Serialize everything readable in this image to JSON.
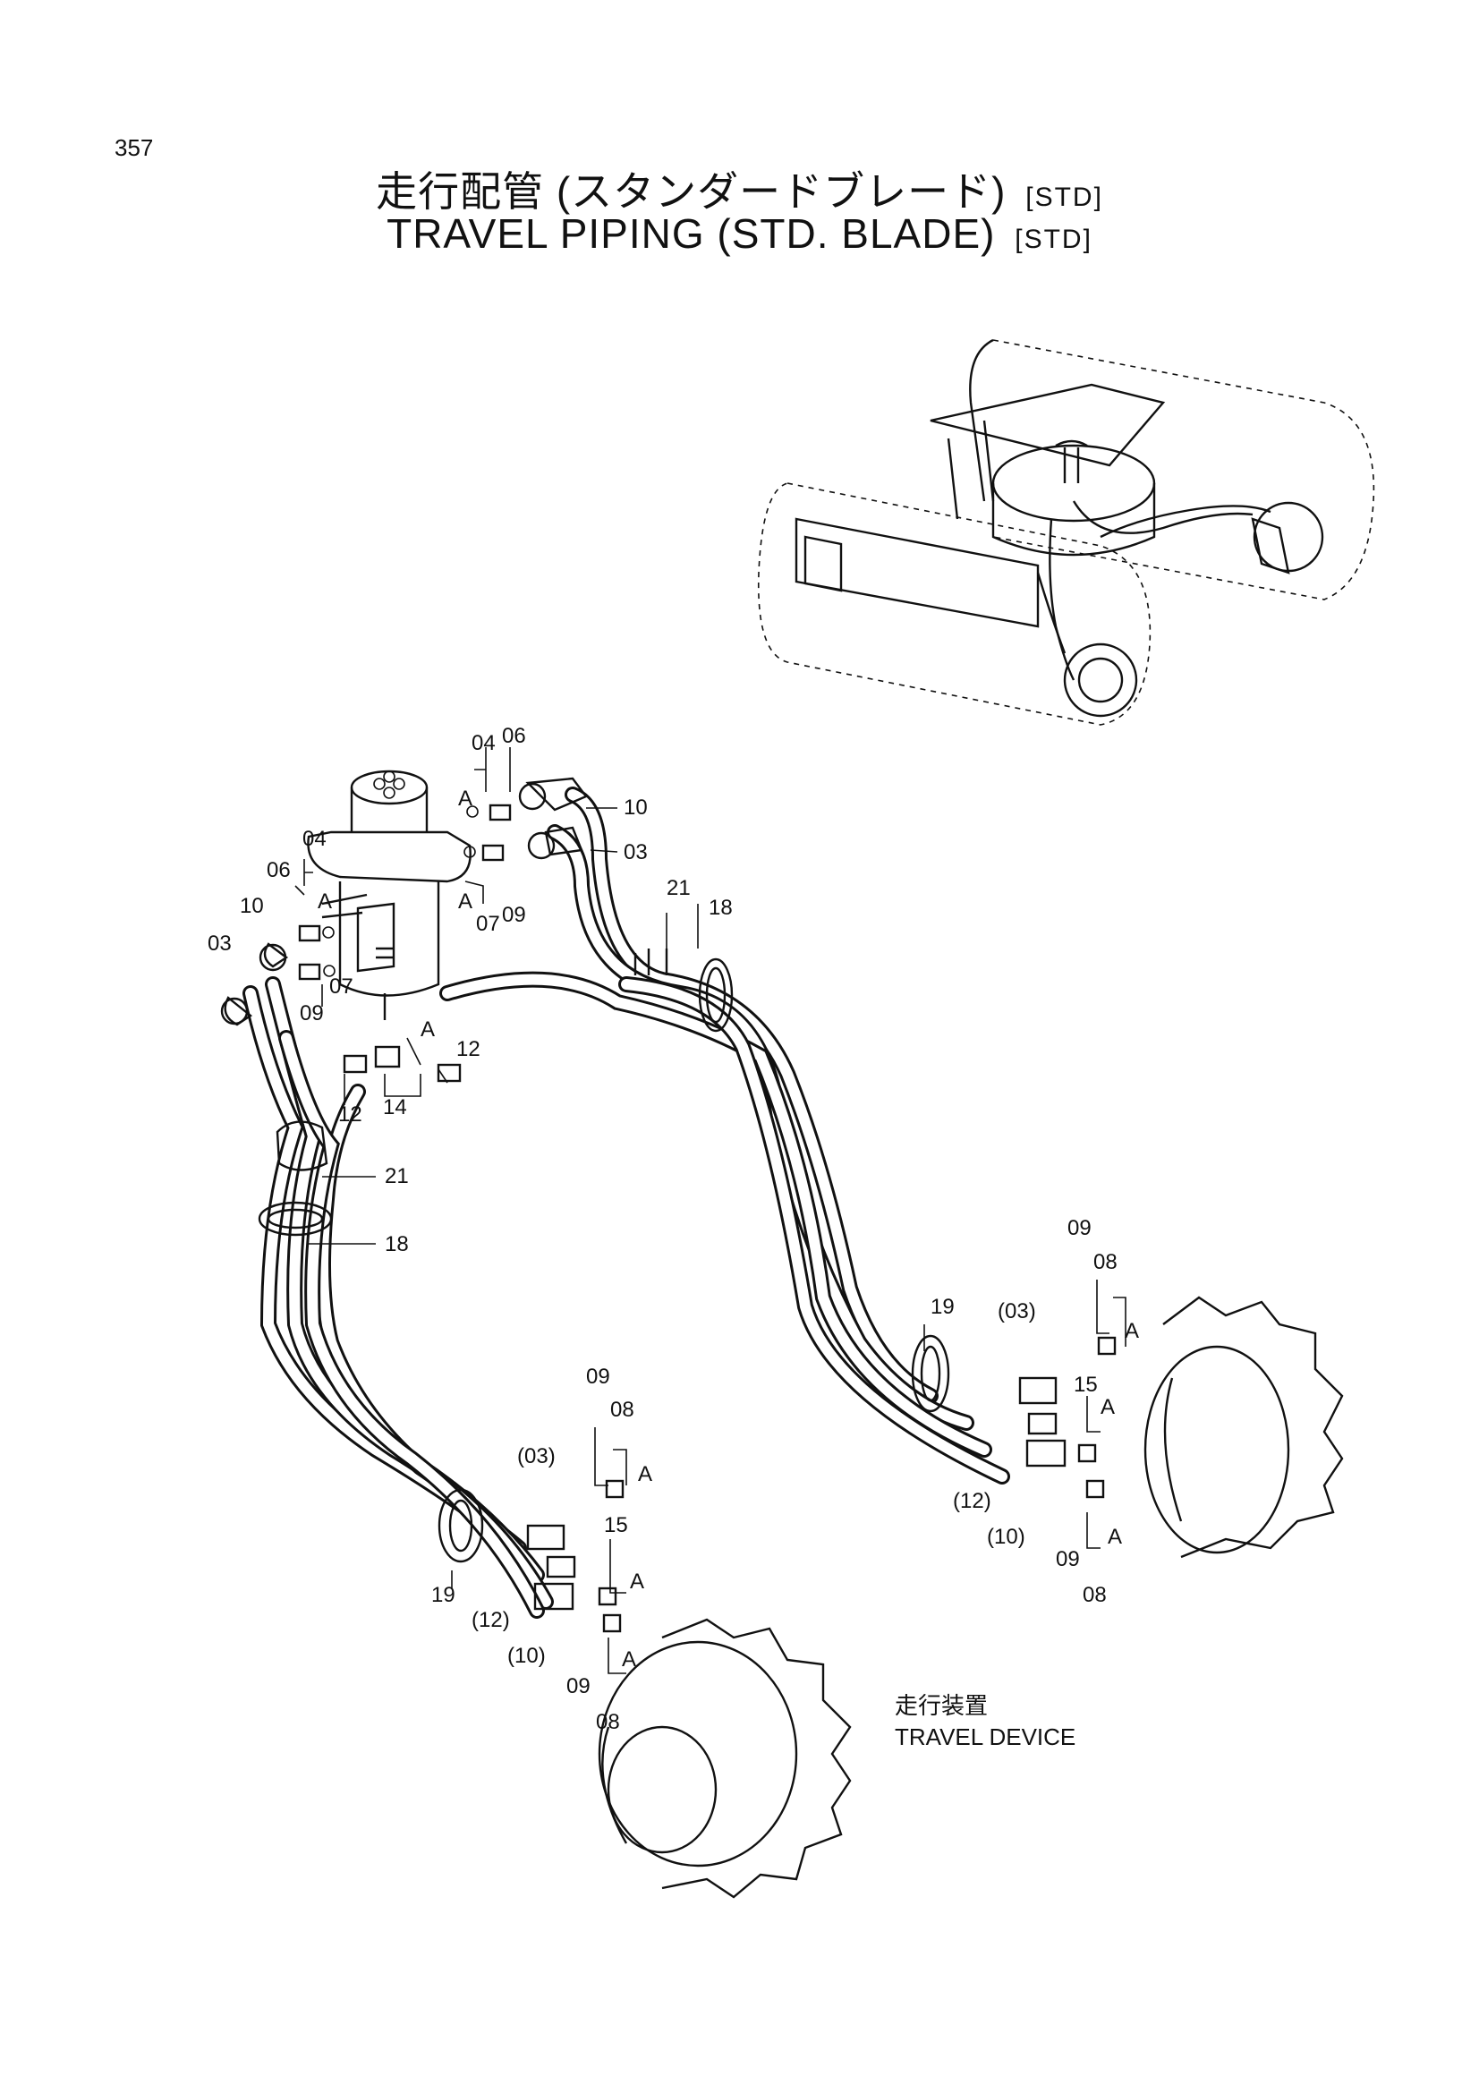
{
  "page_number": "357",
  "title": {
    "ja": "走行配管 (スタンダードブレード)",
    "en": "TRAVEL PIPING (STD. BLADE)",
    "tag": "[STD]"
  },
  "caption": {
    "ja": "走行装置",
    "en": "TRAVEL DEVICE"
  },
  "labels": {
    "l04a": "04",
    "l06a": "06",
    "lAa": "A",
    "l10a": "10",
    "l03a": "03",
    "lAb": "A",
    "l07a": "07",
    "l09a": "09",
    "l21a": "21",
    "l18a": "18",
    "l04b": "04",
    "l06b": "06",
    "lAc": "A",
    "l10b": "10",
    "l03b": "03",
    "l09b": "09",
    "l07b": "07",
    "lAd": "A",
    "l12a": "12",
    "l12b": "12",
    "l14": "14",
    "l21b": "21",
    "l18b": "18",
    "l09c": "09",
    "l08a": "08",
    "lAe": "A",
    "l19a": "19",
    "l03c": "(03)",
    "l15a": "15",
    "lAf": "A",
    "l12c": "(12)",
    "l10c": "(10)",
    "l09d": "09",
    "lAg": "A",
    "l08b": "08",
    "l09e": "09",
    "l08c": "08",
    "lAh": "A",
    "l03d": "(03)",
    "l15b": "15",
    "lAi": "A",
    "l19b": "19",
    "l12d": "(12)",
    "l10d": "(10)",
    "lAj": "A",
    "l09f": "09",
    "l08d": "08"
  }
}
